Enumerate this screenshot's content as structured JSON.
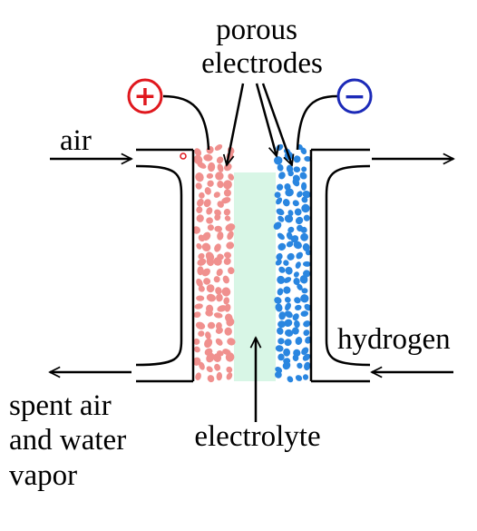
{
  "labels": {
    "porous_line1": "porous",
    "porous_line2": "electrodes",
    "air": "air",
    "hydrogen": "hydrogen",
    "spent_line1": "spent air",
    "spent_line2": "and water",
    "spent_line3": "vapor",
    "electrolyte": "electrolyte"
  },
  "terminals": {
    "positive": {
      "symbol": "+",
      "color": "#e0181e"
    },
    "negative": {
      "symbol": "−",
      "color": "#1c2ab8"
    }
  },
  "colors": {
    "cathode": "#f0908e",
    "anode": "#2a86e0",
    "electrolyte": "#d8f6e6",
    "line": "#000000"
  },
  "icons": {
    "air_arrow": "arrow-right-icon",
    "exhaust_arrow": "arrow-left-icon",
    "hydrogen_arrow": "arrow-left-icon",
    "outlet_arrow": "arrow-right-icon"
  }
}
